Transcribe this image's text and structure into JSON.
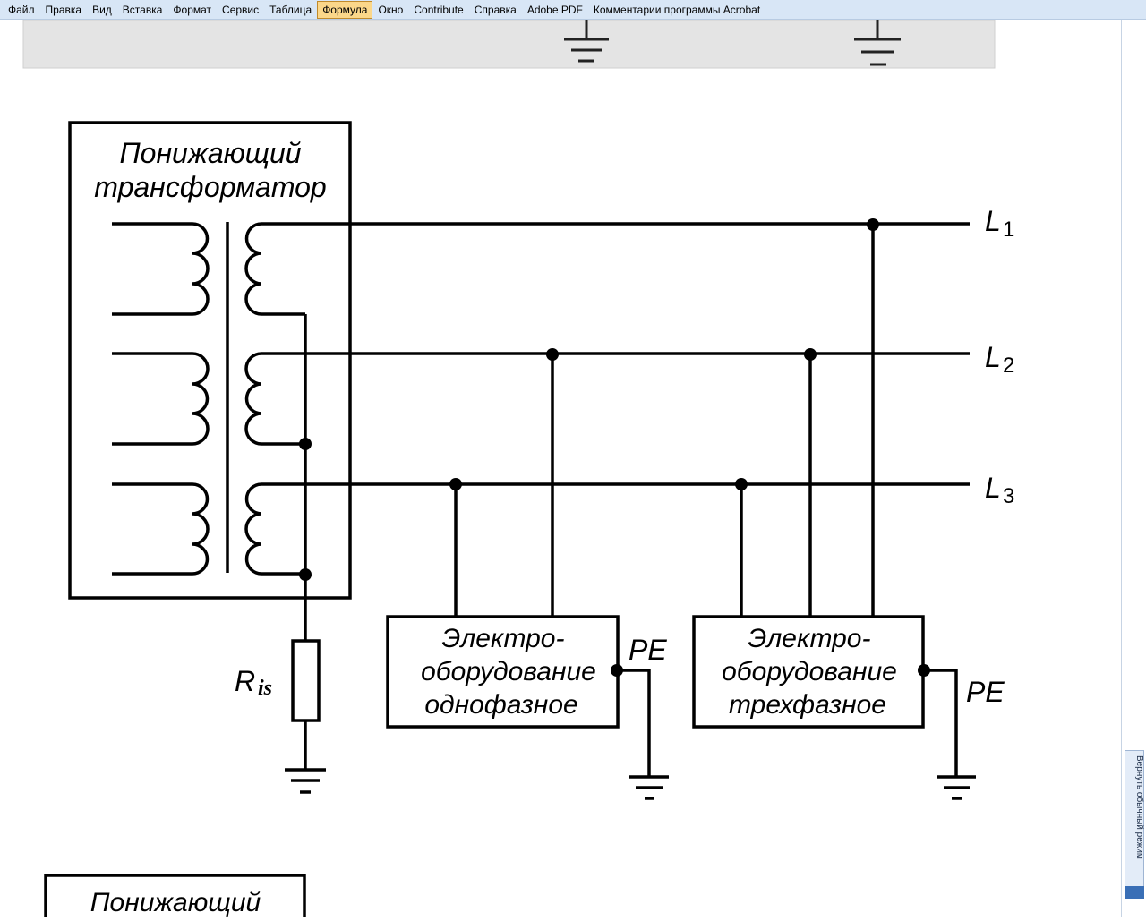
{
  "menubar": {
    "items": [
      "Файл",
      "Правка",
      "Вид",
      "Вставка",
      "Формат",
      "Сервис",
      "Таблица",
      "Формула",
      "Окно",
      "Contribute",
      "Справка",
      "Adobe PDF",
      "Комментарии программы Acrobat"
    ],
    "active_index": 7
  },
  "diagram": {
    "transformer_title_line1": "Понижающий",
    "transformer_title_line2": "трансформатор",
    "line_l1": "L",
    "line_l1_sub": "1",
    "line_l2": "L",
    "line_l2_sub": "2",
    "line_l3": "L",
    "line_l3_sub": "3",
    "resistor_label": "R",
    "resistor_sub": "is",
    "equip1_line1": "Электро-",
    "equip1_line2": "оборудование",
    "equip1_line3": "однофазное",
    "equip1_pe": "PE",
    "equip2_line1": "Электро-",
    "equip2_line2": "оборудование",
    "equip2_line3": "трехфазное",
    "equip2_pe": "PE"
  },
  "bottom_figure": {
    "title_line1": "Понижающий"
  },
  "side_tab": {
    "label": "Вернуть обычный режим"
  }
}
